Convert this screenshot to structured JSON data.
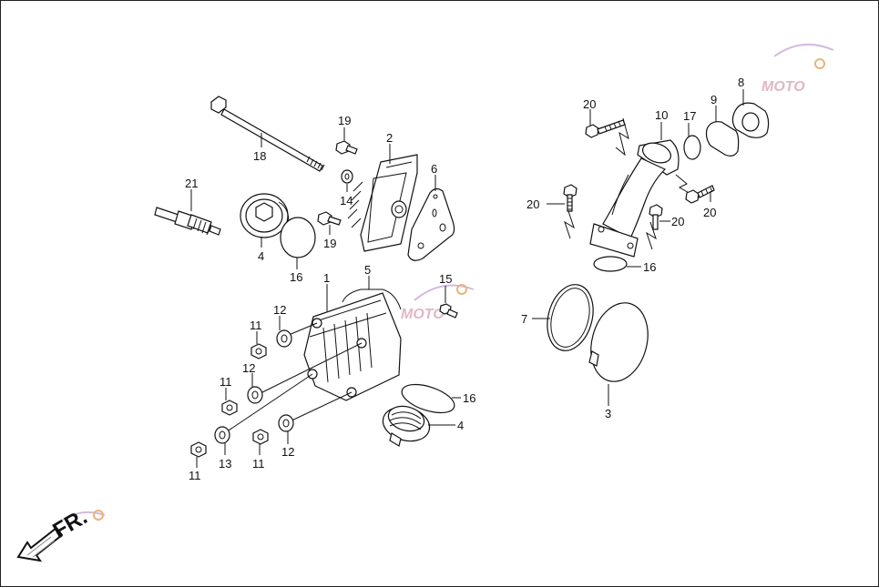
{
  "diagram": {
    "part_numbers": {
      "cylinder_head_cover": "1",
      "cover_plate": "2",
      "tappet_cover": "3",
      "cap_upper": "4",
      "cap_lower": "4",
      "cover_gasket": "5",
      "gasket_plate": "6",
      "o_ring_large": "7",
      "insulator": "8",
      "gasket_9": "9",
      "intake_pipe": "10",
      "nut_a": "11",
      "nut_b": "11",
      "nut_c": "11",
      "nut_d": "11",
      "washer_a": "12",
      "washer_b": "12",
      "washer_c": "12",
      "washer_13": "13",
      "washer_14": "14",
      "bolt_15": "15",
      "o_ring_16_a": "16",
      "o_ring_16_b": "16",
      "o_ring_16_c": "16",
      "o_ring_17": "17",
      "stud_18": "18",
      "bolt_19_a": "19",
      "bolt_19_b": "19",
      "bolt_20_a": "20",
      "bolt_20_b": "20",
      "bolt_20_c": "20",
      "bolt_20_d": "20",
      "spark_plug": "21"
    },
    "direction_label": "FR.",
    "watermark": "MOTO"
  }
}
